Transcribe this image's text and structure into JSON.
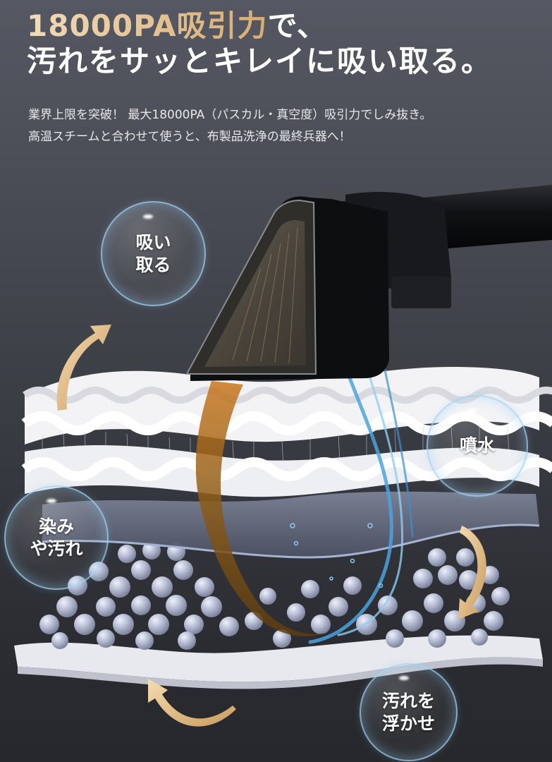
{
  "headline": {
    "line1_gold": "18000PA吸引力",
    "line1_white": "で、",
    "line2": "汚れをサッとキレイに吸い取る。"
  },
  "subtext": {
    "line1": "業界上限を突破！ 最大18000PA（パスカル・真空度）吸引力でしみ抜き。",
    "line2": "高温スチームと合わせて使うと、布製品洗浄の最終兵器へ！"
  },
  "bubbles": [
    {
      "id": "suction",
      "label": "吸い\n取る"
    },
    {
      "id": "spray",
      "label": "噴水"
    },
    {
      "id": "stains",
      "label": "染み\nや汚れ"
    },
    {
      "id": "lift",
      "label": "汚れを\n浮かせ"
    }
  ],
  "colors": {
    "gold": "#e2bf8d",
    "arrow": "#dfbb86",
    "water": "#4aa3e0",
    "stain": "#8a5a18",
    "fabric": "#f2f2f4",
    "beads": "#b7bed4"
  }
}
